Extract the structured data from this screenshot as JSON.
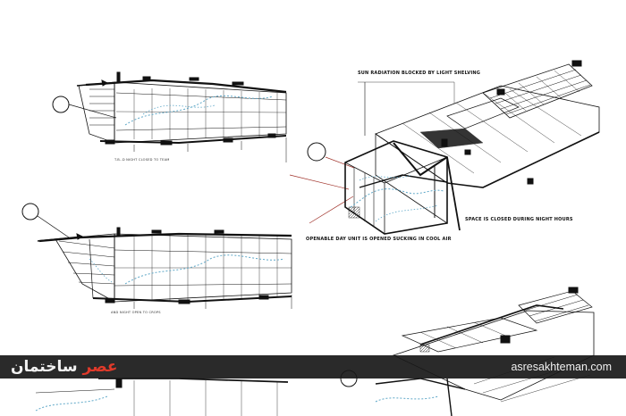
{
  "labels": {
    "sun_radiation": "SUN RADIATION BLOCKED BY LIGHT SHELVING",
    "openable_day_unit": "OPENABLE DAY UNIT IS OPENED SUCKING IN COOL AIR",
    "space_closed": "SPACE IS CLOSED DURING NIGHT HOURS",
    "caption_plan_1": "T.B.-D NIGHT CLOSED TO TEAM",
    "caption_plan_2": "AND NIGHT OPEN TO CROPS"
  },
  "watermark": {
    "logo_red": "عصر",
    "logo_white": "ساختمان",
    "url": "asresakhteman.com"
  },
  "colors": {
    "line": "#111111",
    "airflow": "#5fa8c8",
    "leader": "#a0322a",
    "band": "#181818",
    "logo_accent": "#e03a2a"
  }
}
